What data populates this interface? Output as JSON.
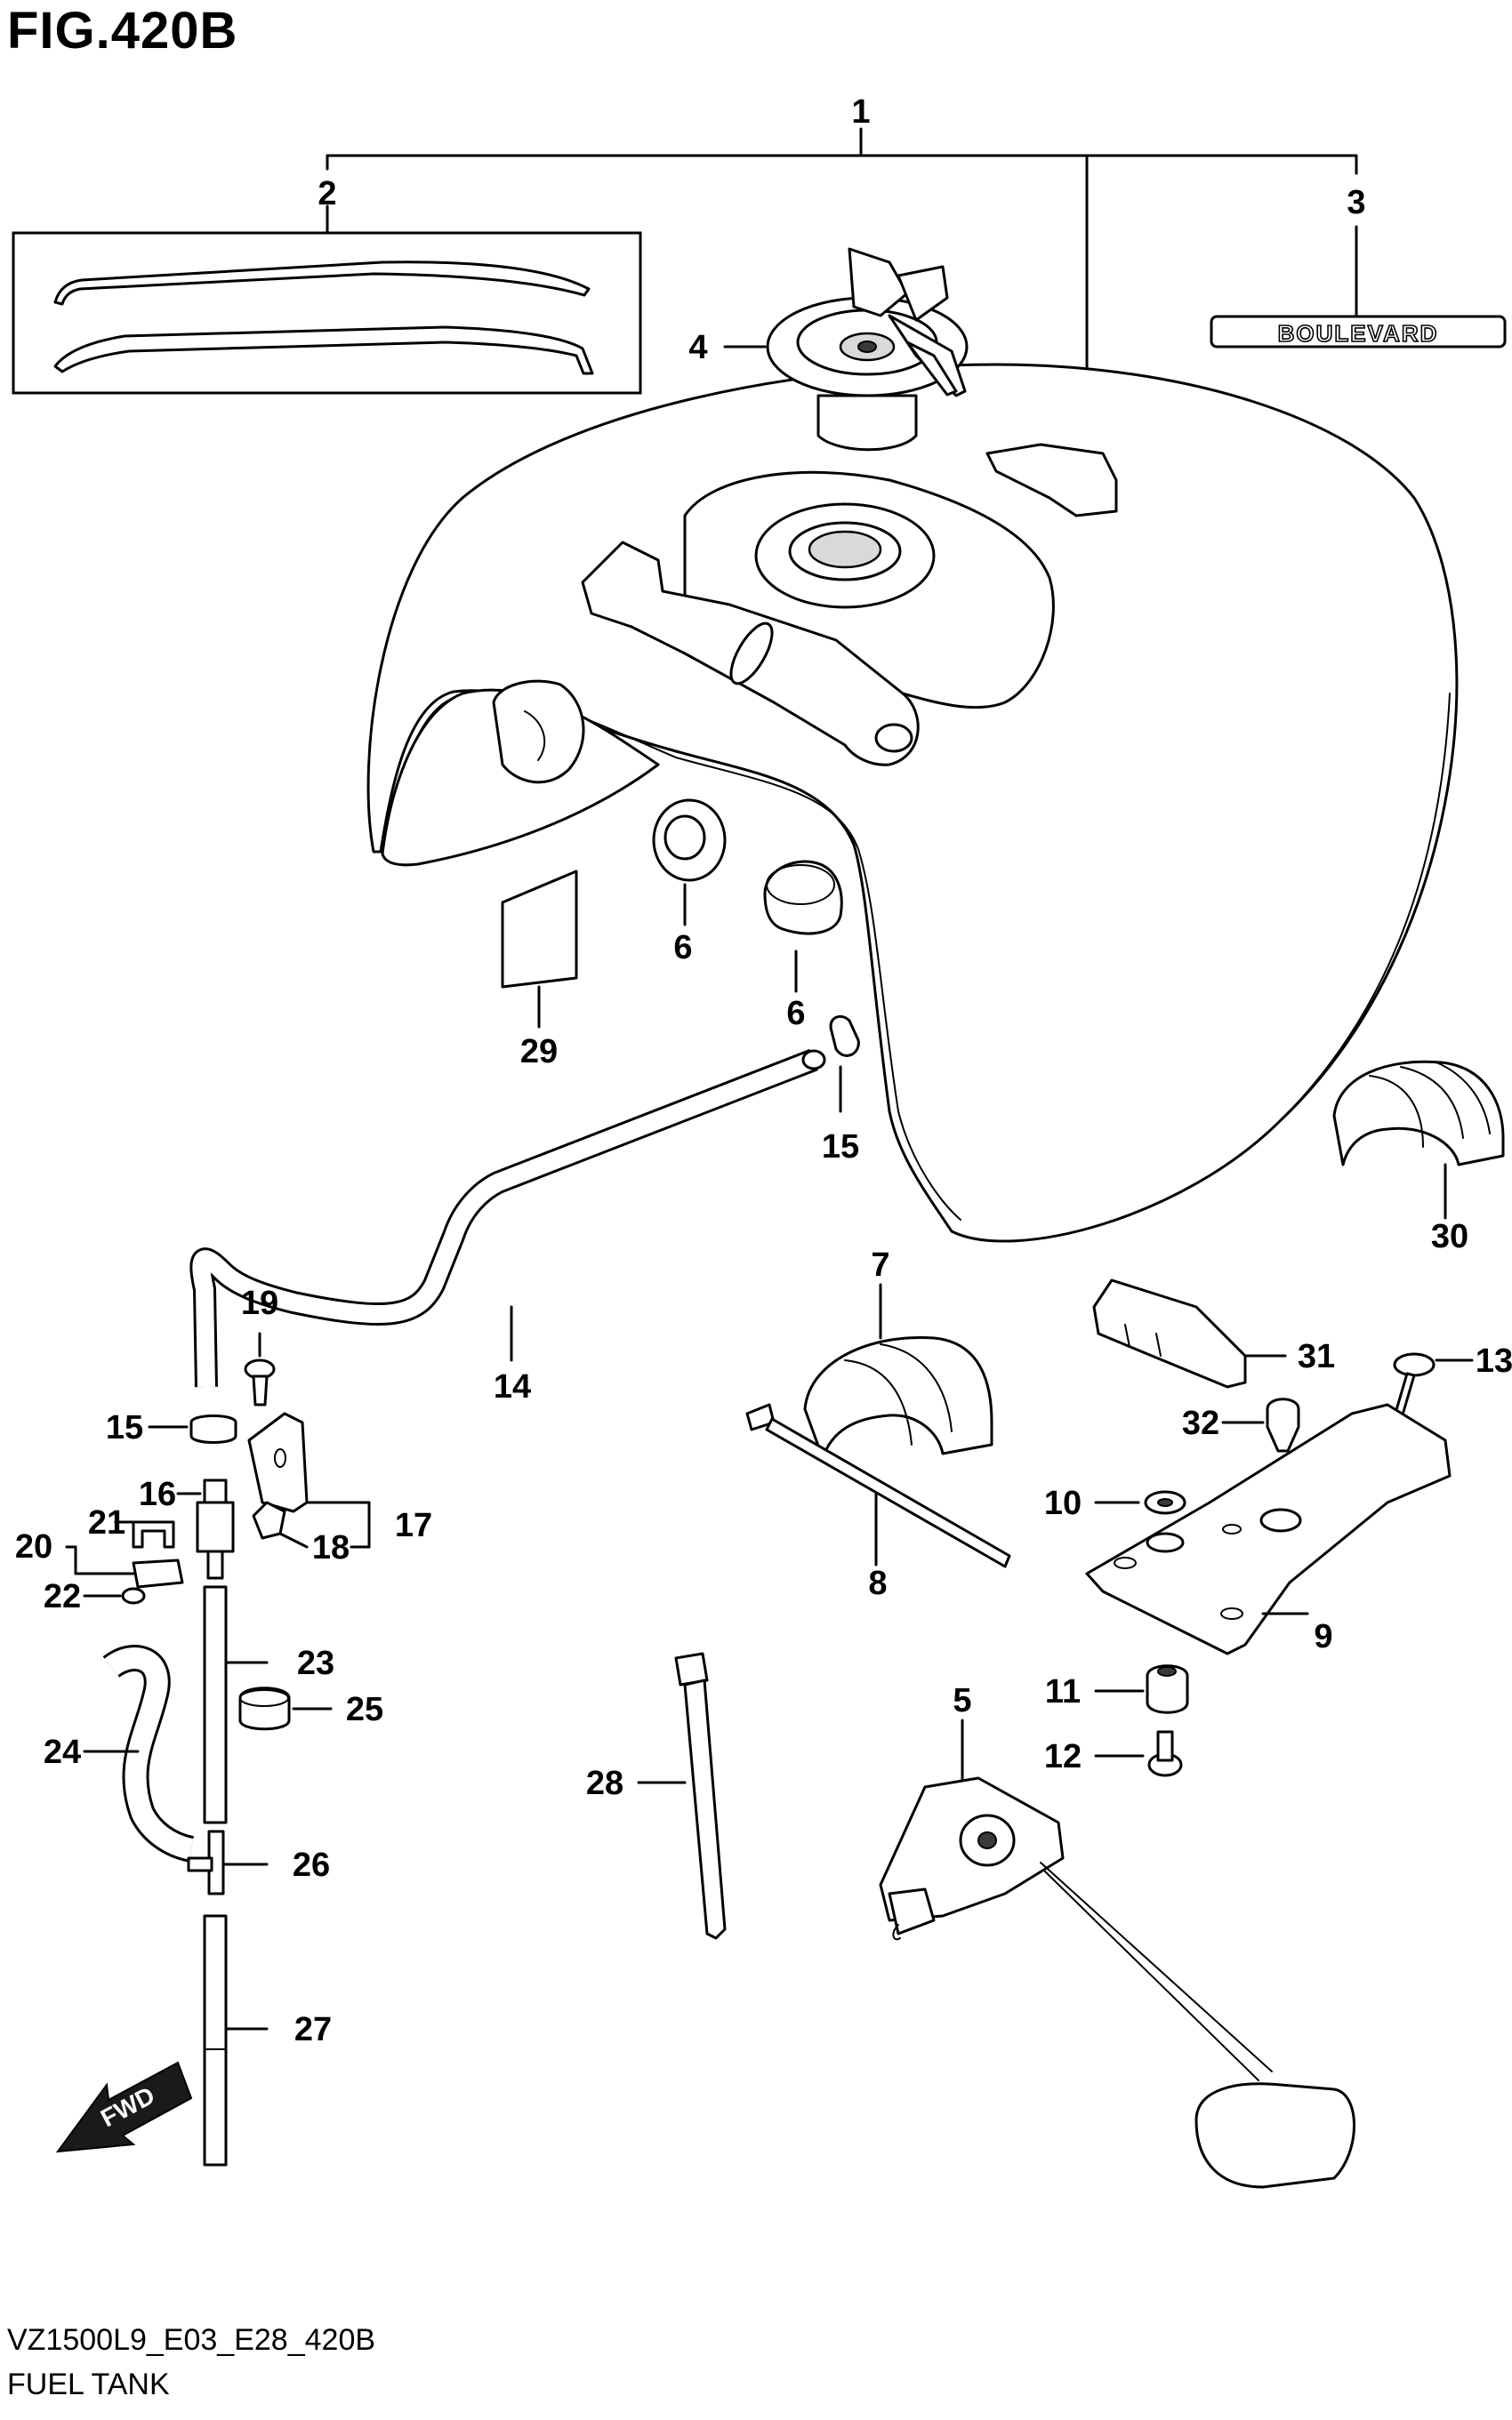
{
  "figure": {
    "title": "FIG.420B",
    "drawing_code": "VZ1500L9_E03_E28_420B",
    "caption": "FUEL TANK"
  },
  "emblem": {
    "text": "BOULEVARD"
  },
  "arrow": {
    "text": "FWD"
  },
  "callouts": {
    "c1": "1",
    "c2": "2",
    "c3": "3",
    "c4": "4",
    "c5": "5",
    "c6a": "6",
    "c6b": "6",
    "c7": "7",
    "c8": "8",
    "c9": "9",
    "c10": "10",
    "c11": "11",
    "c12": "12",
    "c13": "13",
    "c14": "14",
    "c15a": "15",
    "c15b": "15",
    "c16": "16",
    "c17": "17",
    "c18": "18",
    "c19": "19",
    "c20": "20",
    "c21": "21",
    "c22": "22",
    "c23": "23",
    "c24": "24",
    "c25": "25",
    "c26": "26",
    "c27": "27",
    "c28": "28",
    "c29": "29",
    "c30": "30",
    "c31": "31",
    "c32": "32"
  }
}
